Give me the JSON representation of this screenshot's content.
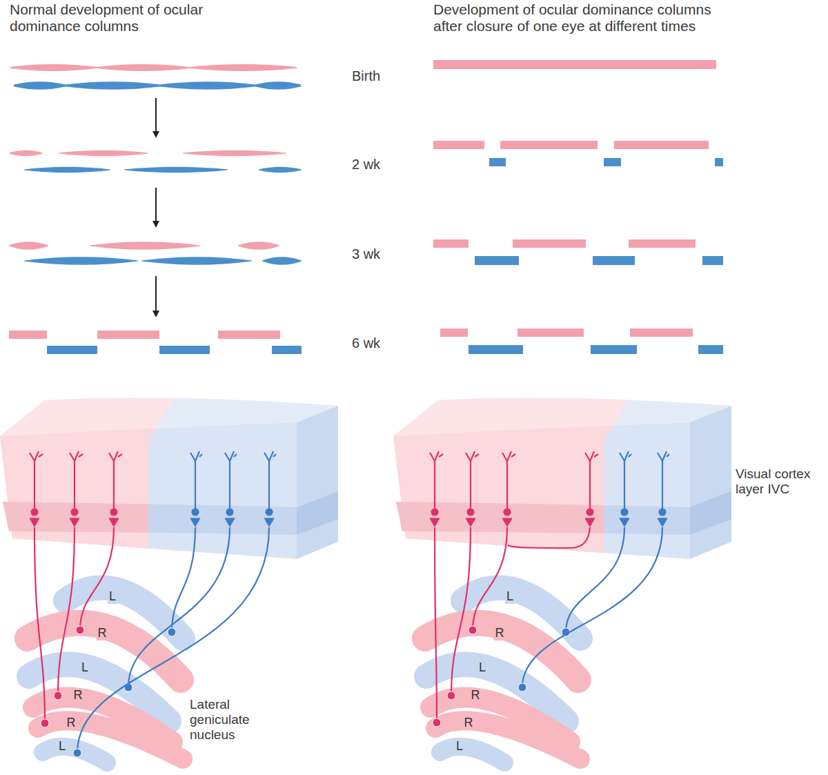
{
  "diagram": {
    "nodes": [
      {
        "text": [
          "L"
        ]
      },
      {
        "text": [
          "R"
        ]
      },
      {
        "text": [
          "L"
        ]
      },
      {
        "text": [
          "R"
        ]
      },
      {
        "text": [
          "R"
        ]
      },
      {
        "text": [
          "L"
        ]
      },
      {
        "text": [
          "L"
        ]
      },
      {
        "text": [
          "R"
        ]
      },
      {
        "text": [
          "L"
        ]
      },
      {
        "text": [
          "R"
        ]
      },
      {
        "text": [
          "R"
        ]
      },
      {
        "text": [
          "L"
        ]
      }
    ],
    "labels": [
      "Normal development of ocular dominance columns",
      "Development of ocular dominance columns after closure of one eye at different times",
      "Birth",
      "2 wk",
      "3 wk",
      "6 wk",
      "Visual cortex layer IVC",
      "Lateral geniculate nucleus"
    ]
  }
}
